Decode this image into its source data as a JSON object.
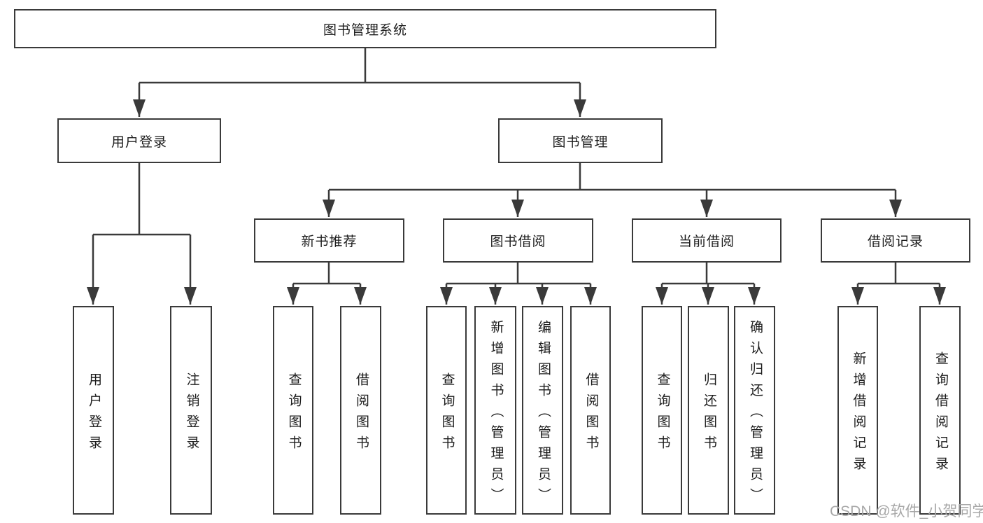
{
  "root": {
    "label": "图书管理系统"
  },
  "level2": {
    "user_login": {
      "label": "用户登录"
    },
    "book_mgmt": {
      "label": "图书管理"
    }
  },
  "level3": {
    "new_books": {
      "label": "新书推荐"
    },
    "book_borrow": {
      "label": "图书借阅"
    },
    "current_borrow": {
      "label": "当前借阅"
    },
    "borrow_records": {
      "label": "借阅记录"
    }
  },
  "leaves": {
    "user_login": [
      "用户登录",
      "注销登录"
    ],
    "new_books": [
      "查询图书",
      "借阅图书"
    ],
    "book_borrow": [
      "查询图书",
      "新增图书（管理员）",
      "编辑图书（管理员）",
      "借阅图书"
    ],
    "current_borrow": [
      "查询图书",
      "归还图书",
      "确认归还（管理员）"
    ],
    "borrow_records": [
      "新增借阅记录",
      "查询借阅记录"
    ]
  },
  "watermark": {
    "text": "CSDN @软件_小贺同学"
  },
  "colors": {
    "line": "#3a3a3a",
    "text": "#1c1c1c",
    "watermark": "#a8a8a8",
    "background": "#ffffff"
  }
}
